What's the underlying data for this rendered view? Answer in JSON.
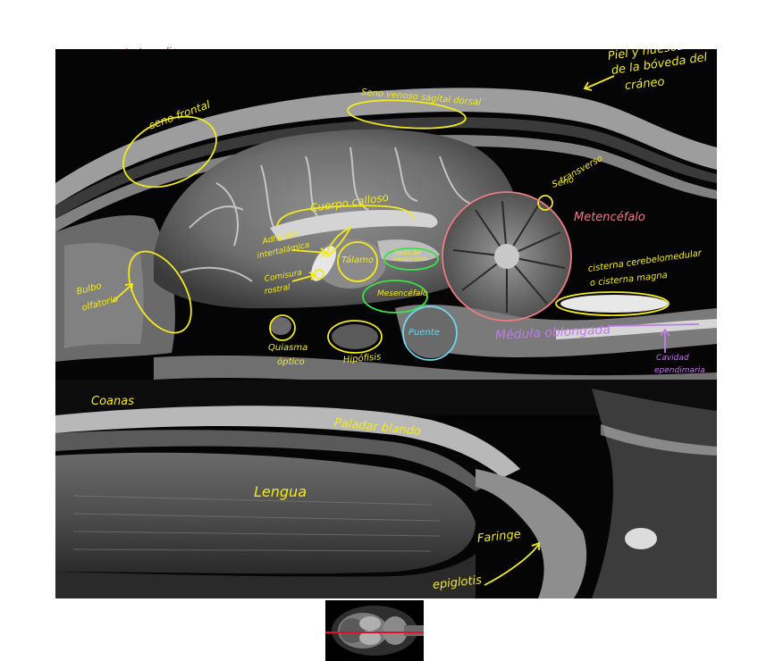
{
  "title": "Sección sagital media",
  "labels": {
    "piel": "Piel y huesos",
    "piel2": "de la bóveda del",
    "piel3": "cráneo",
    "seno_venoso": "Seno venoso sagital dorsal",
    "seno_frontal": "seno frontal",
    "seno_transverso": "Seno",
    "seno_transverso2": "transverso",
    "metencefalo": "Metencéfalo",
    "cuerpo_calloso": "Cuerpo calloso",
    "adhesion": "Adhesión",
    "adhesion2": "intertalámica",
    "comisura": "Comisura",
    "comisura2": "rostral",
    "talamo": "Tálamo",
    "techo": "Techo del",
    "techo2": "mesencéfalo",
    "mesencefalo": "Mesencéfalo",
    "bulbo": "Bulbo",
    "bulbo2": "olfatorio",
    "quiasma": "Quiasma",
    "quiasma2": "óptico",
    "hipofisis": "Hipófisis",
    "puente": "Puente",
    "medula": "Médula oblongada",
    "cisterna": "cisterna cerebelomedular",
    "cisterna2": "o cisterna magna",
    "cavidad": "Cavidad",
    "cavidad2": "ependimaria",
    "coanas": "Coanas",
    "paladar": "Paladar blando",
    "lengua": "Lengua",
    "faringe": "Faringe",
    "epiglotis": "epiglotis"
  },
  "colors": {
    "yellow": "#f3ea1d",
    "pink": "#f07a86",
    "cyan": "#6fd6f0",
    "purple": "#c07ae6",
    "green": "#3ee14a",
    "red": "#e0102a"
  }
}
